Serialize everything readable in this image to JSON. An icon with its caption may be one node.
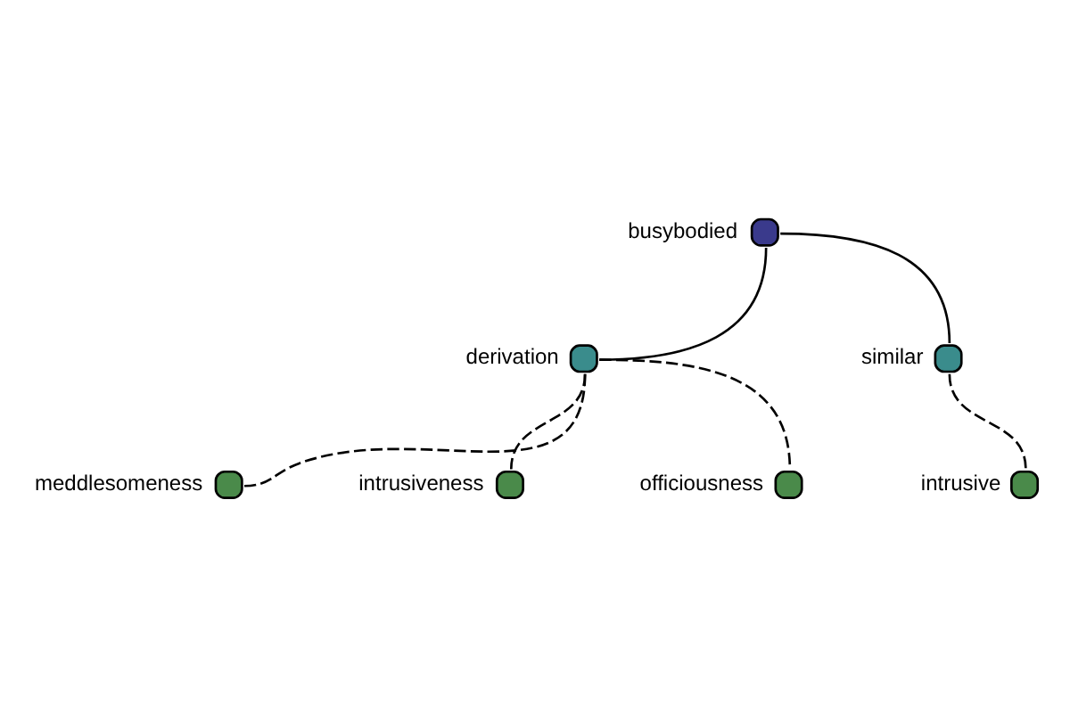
{
  "diagram": {
    "nodes": [
      {
        "text": [
          "busybodied"
        ]
      },
      {
        "text": [
          "meddlesomeness"
        ]
      },
      {
        "text": [
          "derivation"
        ]
      },
      {
        "text": [
          "similar"
        ]
      },
      {
        "text": [
          "intrusiveness"
        ]
      },
      {
        "text": [
          "officiousness"
        ]
      },
      {
        "text": [
          "intrusive"
        ]
      }
    ],
    "edges": [
      {
        "from": 0,
        "to": 2,
        "arrow": "none"
      },
      {
        "from": 0,
        "to": 3,
        "arrow": "none"
      },
      {
        "from": 2,
        "to": 1,
        "arrow": "none",
        "style": "dashed"
      },
      {
        "from": 2,
        "to": 4,
        "arrow": "none",
        "style": "dashed"
      },
      {
        "from": 2,
        "to": 5,
        "arrow": "none",
        "style": "dashed"
      },
      {
        "from": 3,
        "to": 6,
        "arrow": "none",
        "style": "dashed"
      }
    ]
  }
}
